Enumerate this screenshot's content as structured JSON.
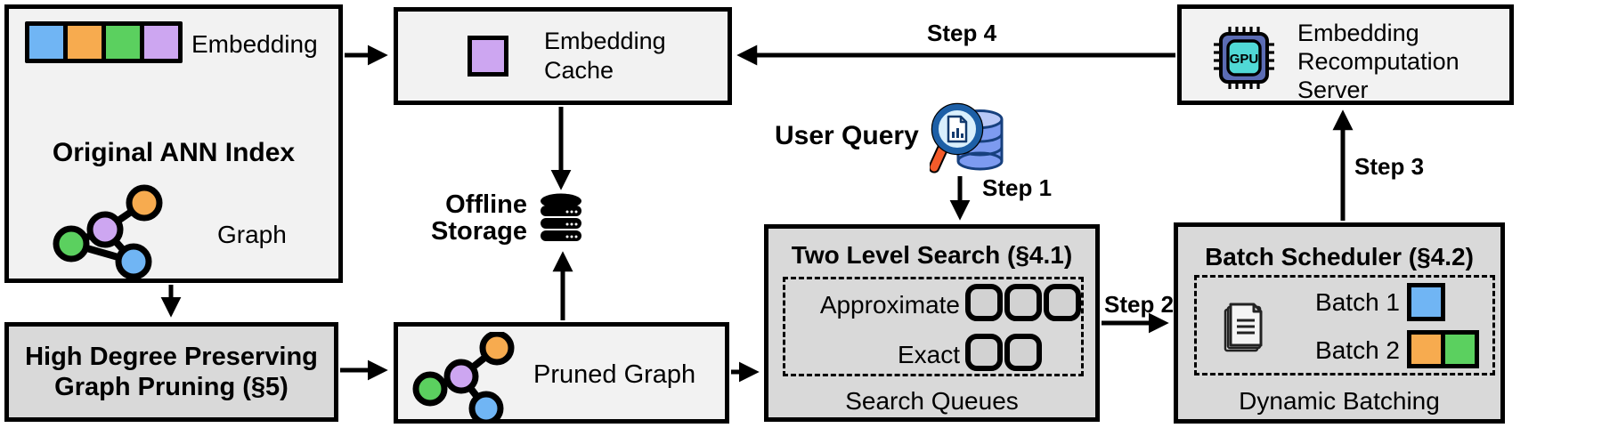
{
  "diagram": {
    "original_ann_index": {
      "embedding_label": "Embedding",
      "title": "Original ANN Index",
      "graph_label": "Graph"
    },
    "embedding_cache": {
      "label": "Embedding\nCache"
    },
    "offline_storage": {
      "label": "Offline\nStorage"
    },
    "embedding_server": {
      "label": "Embedding\nRecomputation\nServer",
      "chip_text": "GPU"
    },
    "high_degree_pruning": {
      "label": "High Degree Preserving\nGraph Pruning (§5)"
    },
    "pruned_graph": {
      "label": "Pruned Graph"
    },
    "user_query": {
      "label": "User Query"
    },
    "two_level_search": {
      "title": "Two Level Search (§4.1)",
      "approximate_label": "Approximate",
      "exact_label": "Exact",
      "caption": "Search Queues",
      "approximate_queue_count": 3,
      "exact_queue_count": 2
    },
    "batch_scheduler": {
      "title": "Batch Scheduler (§4.2)",
      "batch1_label": "Batch 1",
      "batch2_label": "Batch 2",
      "caption": "Dynamic Batching"
    },
    "steps": {
      "step1": "Step 1",
      "step2": "Step 2",
      "step3": "Step 3",
      "step4": "Step 4"
    },
    "colors": {
      "embedding_blue": "#70b5f4",
      "embedding_orange": "#f7ab4f",
      "embedding_green": "#5bd05f",
      "embedding_purple": "#cda6f1",
      "box_light": "#f2f2f2",
      "box_dark": "#d9d9d9",
      "gpu_chip_body": "#5b6cb4",
      "gpu_chip_core": "#50d9d6",
      "magnifier_handle": "#f35b2a",
      "outline": "#000000"
    }
  }
}
